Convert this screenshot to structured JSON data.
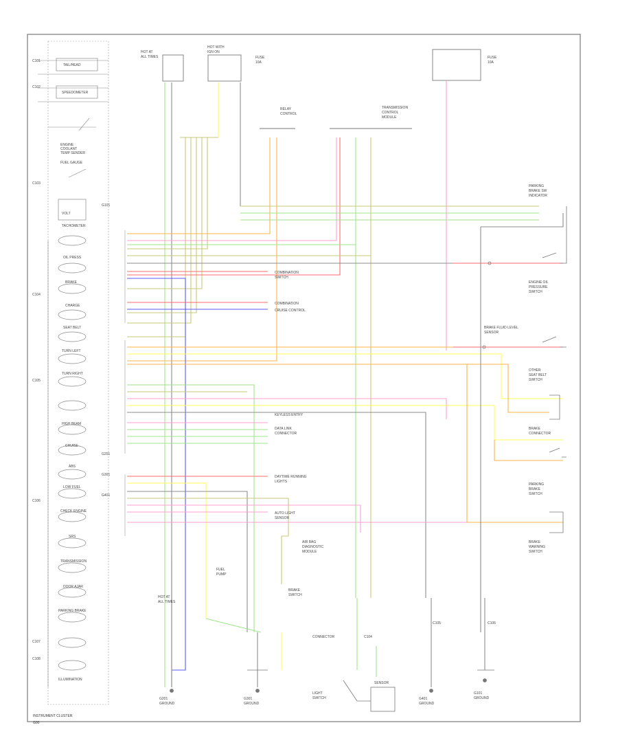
{
  "diagram": {
    "footer_left": "INSTRUMENT CLUSTER",
    "corner_code": "G00",
    "colors": {
      "wire_green": "#9fe58a",
      "wire_yellow": "#ffff55",
      "wire_olive": "#c8c878",
      "wire_red": "#ff6b6b",
      "wire_pink": "#ff9ecf",
      "wire_orange": "#ffb347",
      "wire_blue": "#5a5aff",
      "wire_violet": "#e88fff",
      "wire_gray": "#8c8c8c",
      "wire_black": "#444444",
      "line": "#777777"
    },
    "cluster_indicators": [
      "TAIL/HEADLIGHTS",
      "SPEEDOMETER",
      "ENGINE COOLANT TEMP",
      "FUEL GAUGE",
      "BRAKE",
      "OIL PRESSURE",
      "CHARGE",
      "SEAT BELT",
      "TURN LEFT",
      "TURN RIGHT",
      "HIGH BEAM",
      "CRUISE",
      "ABS",
      "LOW FUEL",
      "CHECK ENGINE",
      "SRS",
      "TRANSMISSION",
      "DOOR AJAR",
      "PARKING BRAKE",
      "ILLUMINATION"
    ],
    "connector_labels": [
      "C101",
      "C102",
      "C103",
      "C104",
      "C105",
      "C106",
      "C107",
      "C108",
      "G101",
      "G201",
      "G301",
      "G401"
    ]
  }
}
